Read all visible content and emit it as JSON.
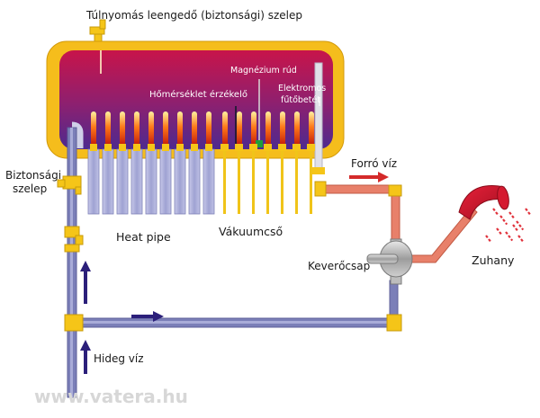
{
  "labels": {
    "relief_valve": "Túlnyomás leengedő (biztonsági) szelep",
    "magnesium_rod": "Magnézium rúd",
    "temp_sensor": "Hőmérséklet érzékelő",
    "heater_line1": "Elektromos",
    "heater_line2": "fűtőbetét",
    "safety_valve_line1": "Biztonsági",
    "safety_valve_line2": "szelep",
    "hot_water": "Forró víz",
    "heat_pipe": "Heat pipe",
    "vacuum_tube": "Vákuumcső",
    "mixer": "Keverőcsap",
    "shower": "Zuhany",
    "cold_water": "Hideg víz"
  },
  "watermark": "www.vatera.hu",
  "colors": {
    "tank_shell": "#f5bd1c",
    "tank_inner_top": "#c0164f",
    "tank_inner_bottom": "#5e2a8e",
    "cold_pipe": "#7b7fb8",
    "hot_pipe": "#e8806a",
    "fitting": "#f5c518",
    "arrow_cold": "#2b1f7a",
    "arrow_hot": "#d42a2a",
    "heat_pipe_tube": "#a9abd6",
    "vacuum_rod": "#f0c419",
    "heating_tip": "#e84a12"
  }
}
